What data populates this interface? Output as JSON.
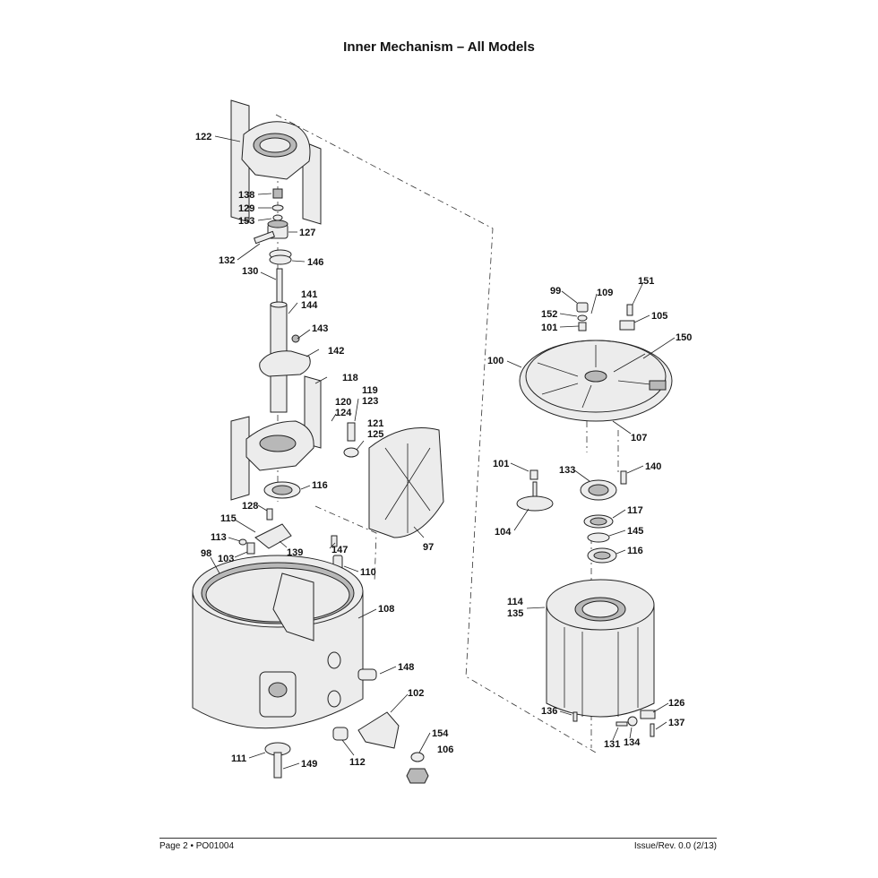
{
  "page": {
    "title": "Inner Mechanism – All Models",
    "footer_left": "Page 2 • PO01004",
    "footer_right": "Issue/Rev. 0.0 (2/13)"
  },
  "callouts": [
    "122",
    "138",
    "129",
    "153",
    "127",
    "132",
    "146",
    "130",
    "141",
    "144",
    "143",
    "142",
    "118",
    "120",
    "124",
    "119",
    "123",
    "121",
    "125",
    "116",
    "128",
    "115",
    "113",
    "103",
    "139",
    "98",
    "147",
    "110",
    "97",
    "108",
    "148",
    "102",
    "154",
    "106",
    "111",
    "149",
    "112",
    "99",
    "109",
    "151",
    "152",
    "105",
    "101",
    "150",
    "100",
    "107",
    "133",
    "140",
    "104",
    "117",
    "145",
    "114",
    "135",
    "126",
    "136",
    "137",
    "131",
    "134"
  ]
}
